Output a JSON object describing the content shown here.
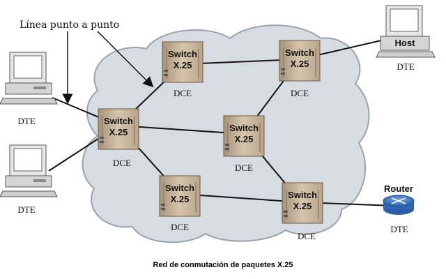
{
  "annotation": "Línea punto a punto",
  "caption": "Red de conmutación de paquetes X.25",
  "switch_line1": "Switch",
  "switch_line2": "X.25",
  "dce": "DCE",
  "dte": "DTE",
  "host": "Host",
  "router": "Router",
  "colors": {
    "cloud_fill": "#d7dce2",
    "cloud_stroke": "#9aa3ad",
    "switch_fill": "#c7b49a",
    "router_fill": "#3a78c8",
    "line": "#111111"
  }
}
